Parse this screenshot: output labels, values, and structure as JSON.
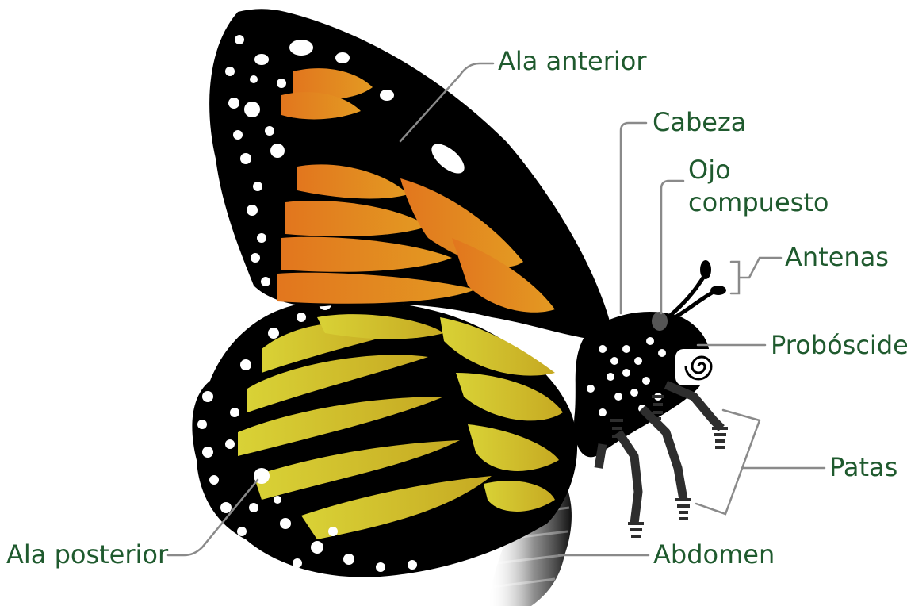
{
  "labels": {
    "ala_anterior": "Ala anterior",
    "cabeza": "Cabeza",
    "ojo_compuesto_1": "Ojo",
    "ojo_compuesto_2": "compuesto",
    "antenas": "Antenas",
    "proboscide": "Probóscide",
    "patas": "Patas",
    "abdomen": "Abdomen",
    "ala_posterior": "Ala posterior"
  },
  "colors": {
    "label_text": "#1f5a2e",
    "leader_line": "#8a8a8a",
    "wing_border": "#000000",
    "forewing_orange": "#e08a1e",
    "hindwing_yellow": "#c9c22a",
    "spot": "#ffffff",
    "leg": "#2e2e2e"
  }
}
